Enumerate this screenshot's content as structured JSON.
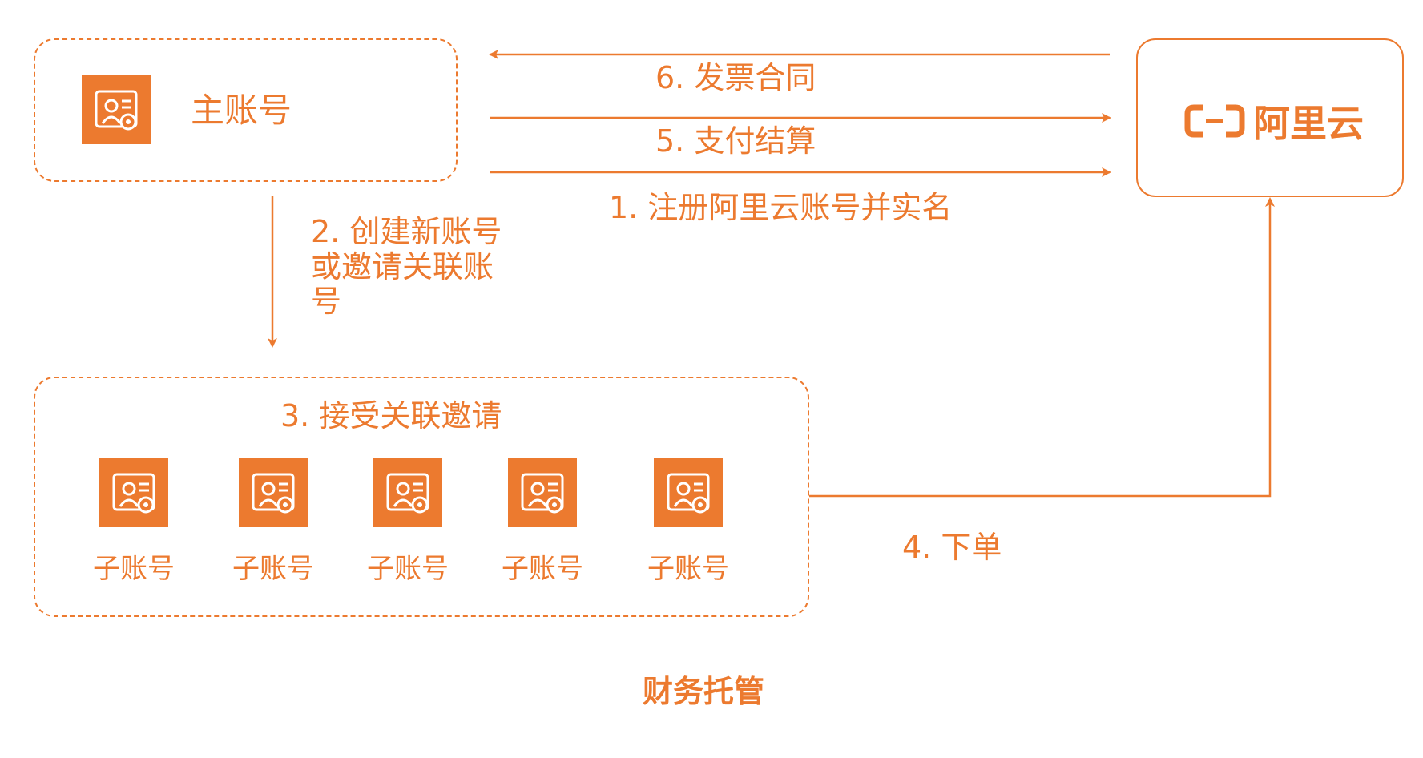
{
  "main_account": {
    "label": "主账号",
    "icon": "account-settings-icon"
  },
  "sub_accounts": [
    {
      "label": "子账号",
      "icon": "account-settings-icon"
    },
    {
      "label": "子账号",
      "icon": "account-settings-icon"
    },
    {
      "label": "子账号",
      "icon": "account-settings-icon"
    },
    {
      "label": "子账号",
      "icon": "account-settings-icon"
    },
    {
      "label": "子账号",
      "icon": "account-settings-icon"
    }
  ],
  "aliyun": {
    "name": "阿里云",
    "logo": "aliyun-logo-icon"
  },
  "steps": {
    "step1": "1. 注册阿里云账号并实名",
    "step2": "2.  创建新账号或邀请关联账号",
    "step3": "3. 接受关联邀请",
    "step4": "4. 下单",
    "step5": "5. 支付结算",
    "step6": "6. 发票合同"
  },
  "caption": "财务托管",
  "colors": {
    "accent": "#ec7a2f",
    "background": "#ffffff"
  }
}
